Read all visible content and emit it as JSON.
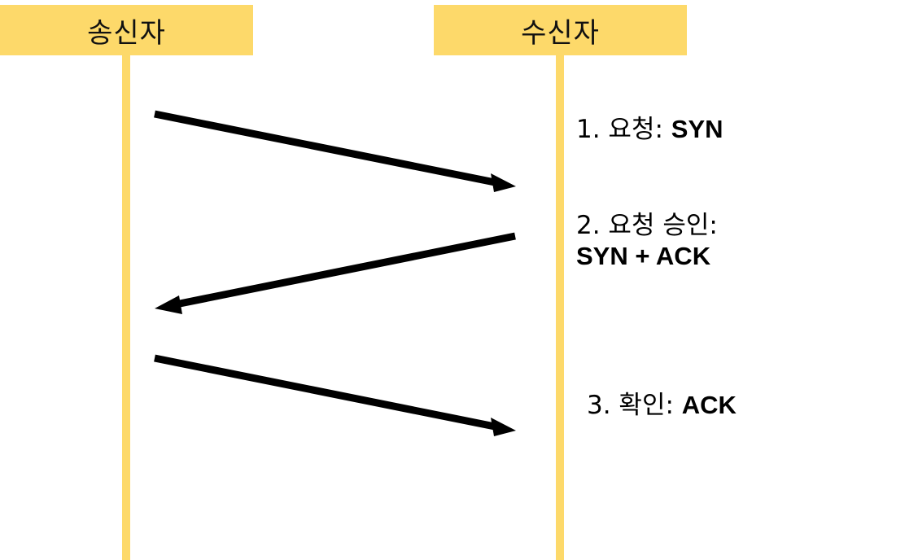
{
  "actors": {
    "sender": "송신자",
    "receiver": "수신자"
  },
  "steps": [
    {
      "prefix": "1. 요청: ",
      "bold": "SYN"
    },
    {
      "prefix": "2. 요청 승인:",
      "bold": "SYN + ACK"
    },
    {
      "prefix": "3. 확인: ",
      "bold": "ACK"
    }
  ],
  "colors": {
    "lifeline": "#fdd96a",
    "arrow": "#000000"
  }
}
